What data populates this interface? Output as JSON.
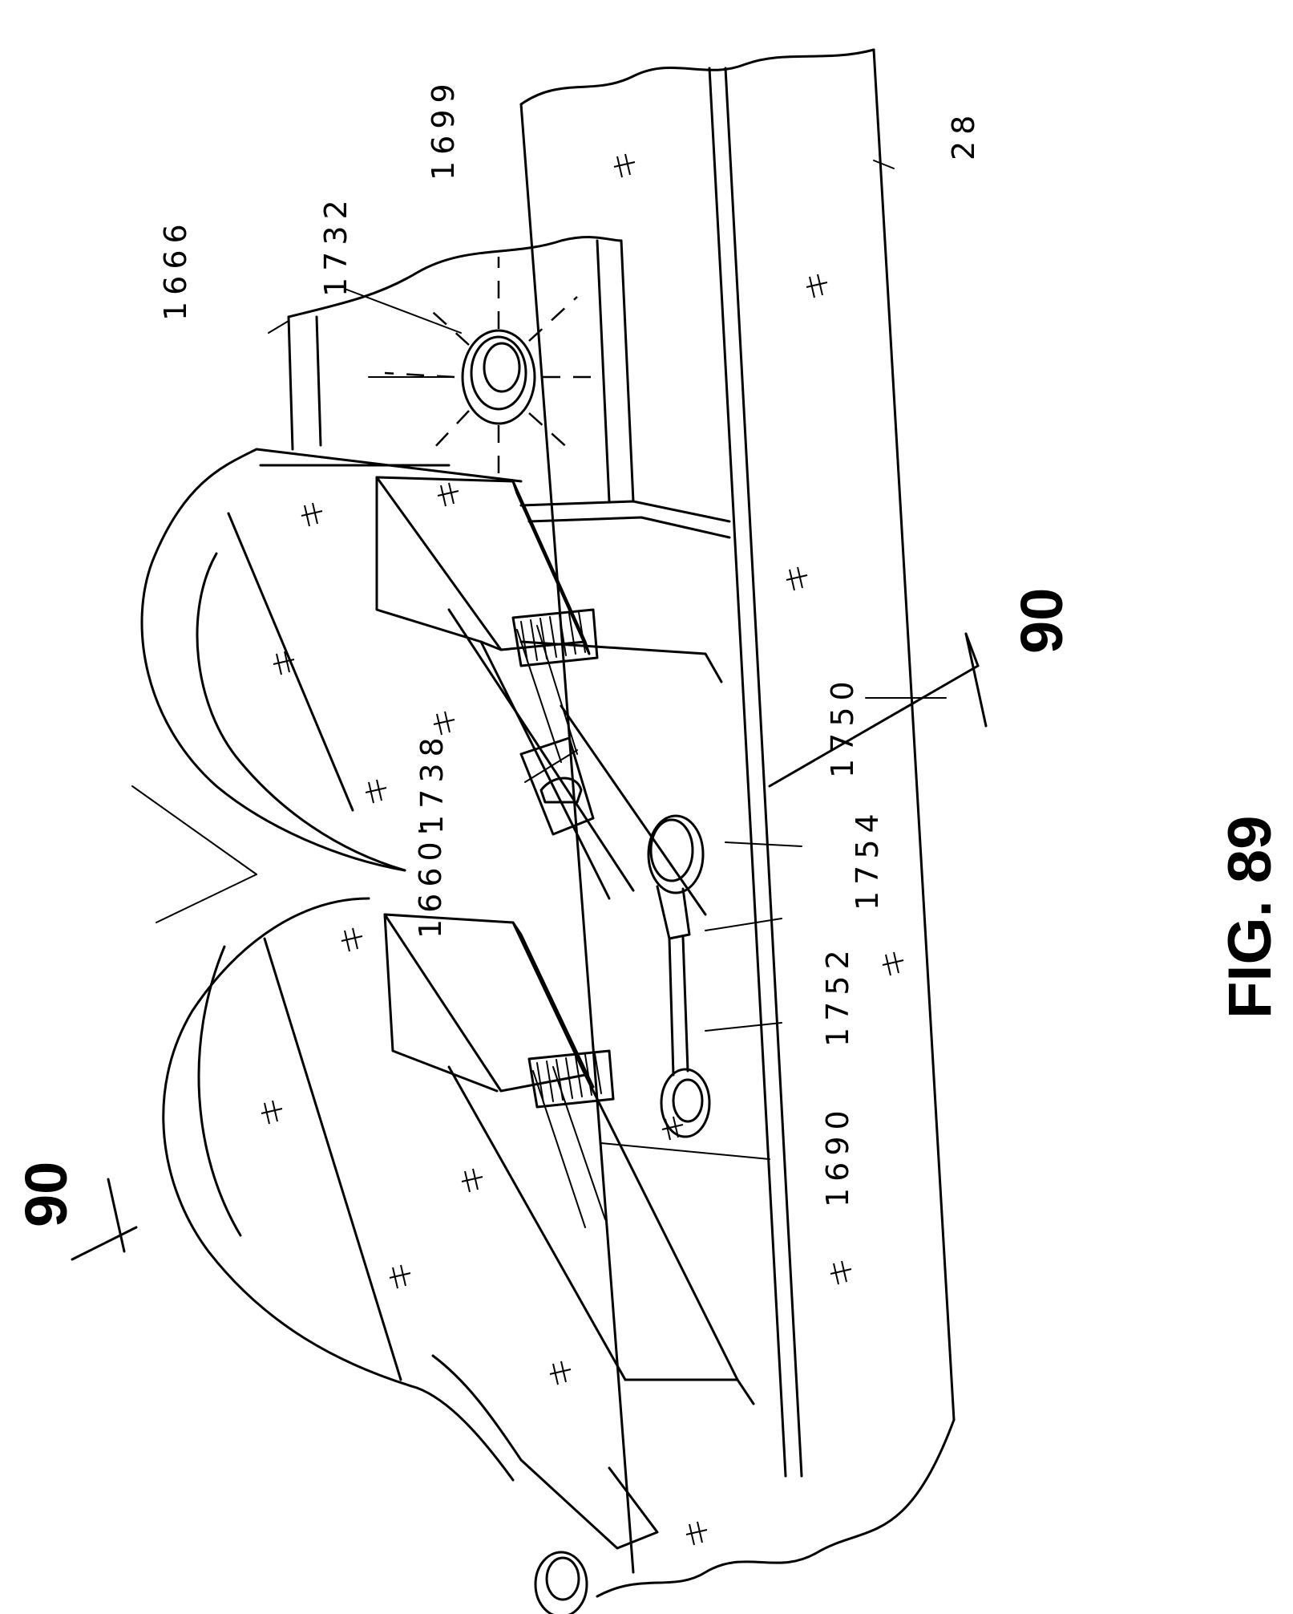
{
  "figure": {
    "title": "FIG. 89",
    "section_marker": "90"
  },
  "reference_labels": [
    {
      "id": "1666",
      "text": "1666"
    },
    {
      "id": "1732",
      "text": "1732"
    },
    {
      "id": "1699",
      "text": "1699"
    },
    {
      "id": "28",
      "text": "28"
    },
    {
      "id": "1660",
      "text": "1660'"
    },
    {
      "id": "1738",
      "text": "1738"
    },
    {
      "id": "1750",
      "text": "1750"
    },
    {
      "id": "1754",
      "text": "1754"
    },
    {
      "id": "1752",
      "text": "1752"
    },
    {
      "id": "1690",
      "text": "1690"
    }
  ]
}
